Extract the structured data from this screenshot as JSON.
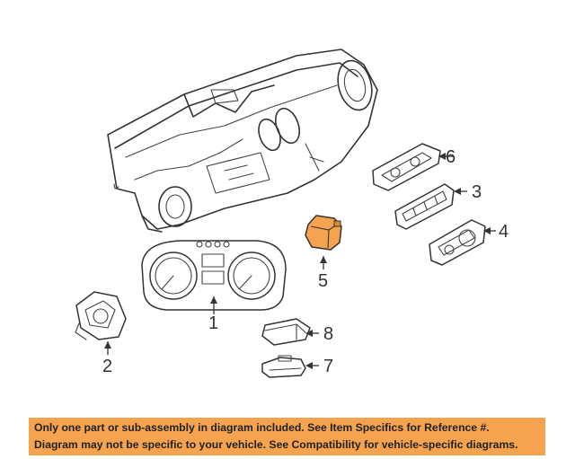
{
  "diagram": {
    "callouts": {
      "c1": "1",
      "c2": "2",
      "c3": "3",
      "c4": "4",
      "c5": "5",
      "c6": "6",
      "c7": "7",
      "c8": "8"
    },
    "highlight_color": "#f5a34f"
  },
  "banner": {
    "line1": "Only one part or sub-assembly in diagram included. See Item Specifics for Reference #.",
    "line2": "Diagram may not be specific to your vehicle. See Compatibility for vehicle-specific diagrams.",
    "background_color": "#f5a34f"
  }
}
